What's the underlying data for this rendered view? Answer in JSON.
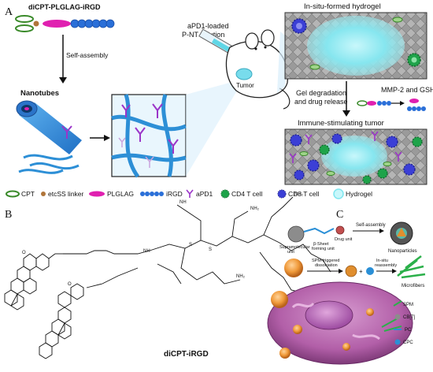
{
  "panel_a": {
    "letter": "A",
    "construct_label": "diCPT-PLGLAG-iRGD",
    "self_assembly": "Self-assembly",
    "nanotubes": "Nanotubes",
    "solution_line1": "aPD1-loaded",
    "solution_line2": "P-NT solution",
    "tumor": "Tumor",
    "hydrogel_title": "In-situ-formed hydrogel",
    "mmp_label": "MMP-2 and GSH",
    "degradation_line1": "Gel degradation",
    "degradation_line2": "and drug release",
    "immune_title": "Immune-stimulating tumor",
    "legend": {
      "cpt": "CPT",
      "linker": "etcSS linker",
      "plglag": "PLGLAG",
      "irgd": "iRGD",
      "apd1": "aPD1",
      "cd4": "CD4 T cell",
      "cd8": "CD8 T cell",
      "hydrogel": "Hydrogel"
    }
  },
  "panel_b": {
    "letter": "B",
    "compound_name": "diCPT-iRGD"
  },
  "panel_c": {
    "letter": "C",
    "self_assembly": "Self-assembly",
    "supramolecular_unit_line1": "Supramolecular",
    "supramolecular_unit_line2": "unit",
    "beta_sheet_line1": "β-Sheet",
    "beta_sheet_line2": "forming unit",
    "drug_unit": "Drug unit",
    "nanoparticles": "Nanoparticles",
    "spm_trigger_line1": "SPM-triggered",
    "spm_trigger_line2": "dissociation",
    "in_situ_line1": "In-situ",
    "in_situ_line2": "reassembly",
    "microfibers": "Microfibers",
    "legend": {
      "spm": "SPM",
      "cb7": "CB[7]",
      "pc": "PC",
      "cpc": "CPC"
    }
  },
  "colors": {
    "magenta": "#e020b0",
    "blue_bead": "#2a6fd8",
    "green_cpt": "#3a8a2a",
    "hydrogel": "#7fe6ef",
    "cd4": "#1ea34a",
    "cd8": "#3b3fd6",
    "apd1": "#9b35c9",
    "fiber": "#2d8fd6",
    "cell": "#c46bb8"
  }
}
